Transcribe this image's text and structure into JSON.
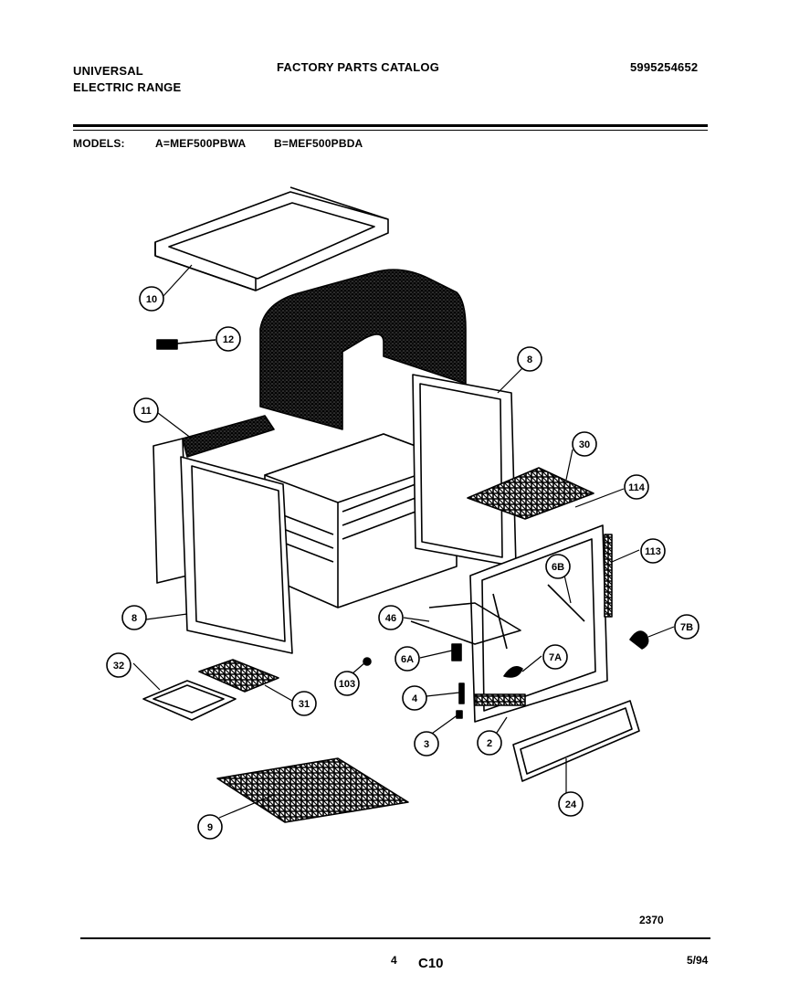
{
  "header": {
    "brand_line1": "UNIVERSAL",
    "brand_line2": "ELECTRIC RANGE",
    "catalog_title": "FACTORY PARTS CATALOG",
    "catalog_number": "5995254652",
    "models_label": "MODELS:",
    "model_a": "A=MEF500PBWA",
    "model_b": "B=MEF500PBDA"
  },
  "callouts": [
    "10",
    "12",
    "11",
    "8",
    "8",
    "30",
    "114",
    "113",
    "6B",
    "7B",
    "46",
    "6A",
    "7A",
    "103",
    "4",
    "3",
    "2",
    "32",
    "31",
    "24",
    "9"
  ],
  "footer": {
    "diagram_code": "2370",
    "page_number": "4",
    "section": "C10",
    "date": "5/94"
  },
  "colors": {
    "ink": "#000000",
    "paper": "#ffffff"
  }
}
